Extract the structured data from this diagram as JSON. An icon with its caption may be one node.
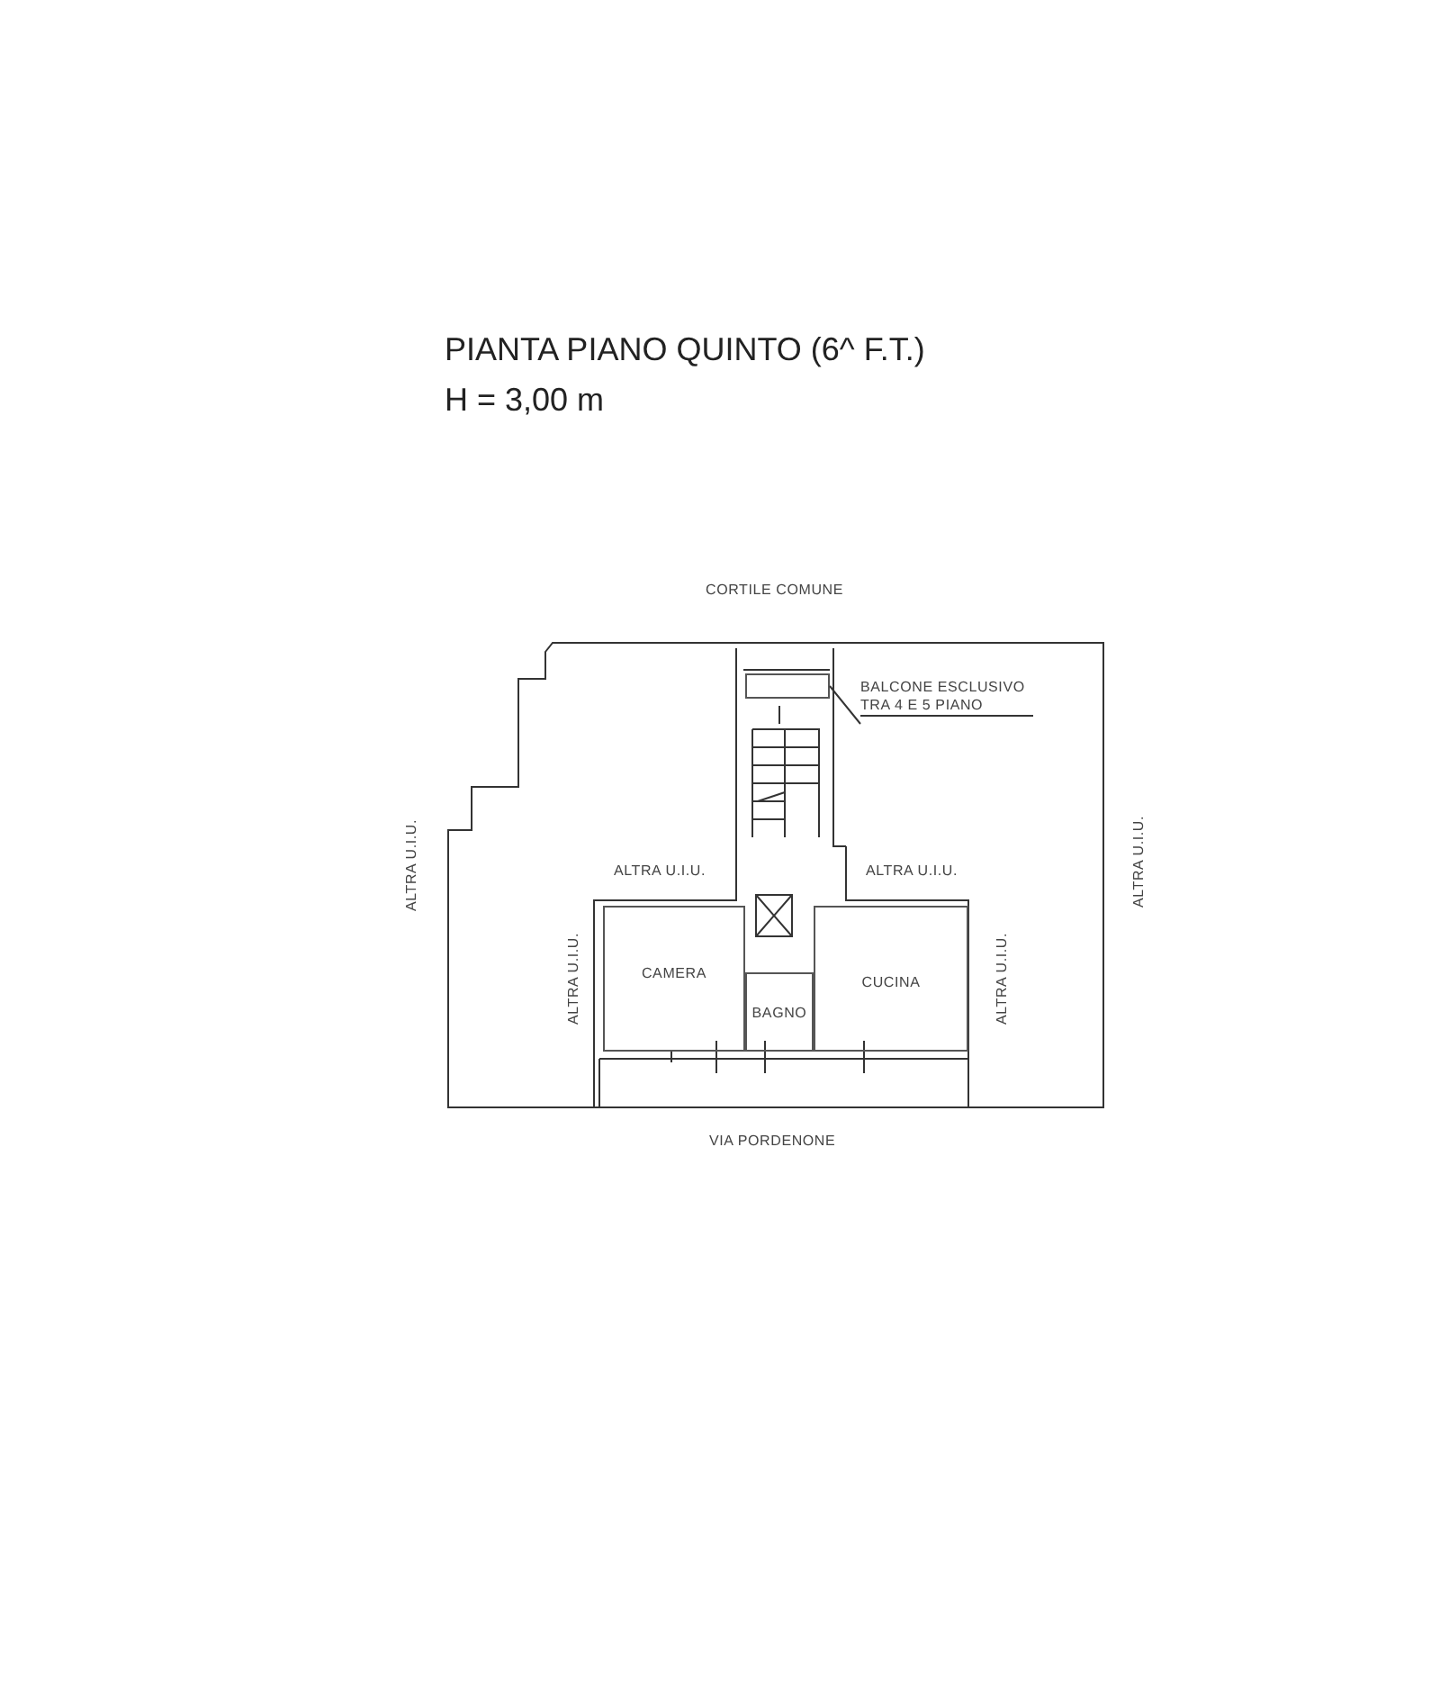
{
  "diagram": {
    "title": "PIANTA PIANO QUINTO (6^ F.T.)",
    "nodes": [
      {
        "text": [
          "BALCONE ESCLUSIVO TRA 4 E 5 PIANO"
        ]
      },
      {
        "text": [],
        "shape": "box"
      },
      {
        "text": [
          "CAMERA"
        ]
      },
      {
        "text": [
          "BAGNO"
        ]
      },
      {
        "text": [
          "CUCINA"
        ]
      }
    ],
    "edges": [
      {
        "from": 0,
        "to": 1,
        "arrow": "none"
      }
    ],
    "labels": [
      "H = 3,00 m",
      "CORTILE COMUNE",
      "ALTRA U.I.U.",
      "ALTRA U.I.U.",
      "ALTRA U.I.U.",
      "ALTRA U.I.U.",
      "ALTRA U.I.U.",
      "ALTRA U.I.U.",
      "VIA PORDENONE"
    ]
  }
}
